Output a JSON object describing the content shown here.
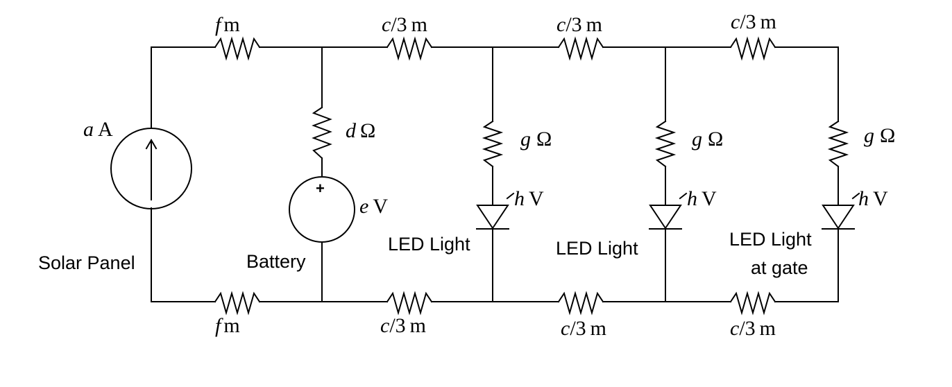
{
  "source": {
    "var": "a",
    "unit": "A",
    "caption": "Solar Panel"
  },
  "battery": {
    "var": "e",
    "unit": "V",
    "plus": "+",
    "caption": "Battery",
    "resistor_var": "d",
    "resistor_unit": "Ω"
  },
  "top_resistors": [
    {
      "var": "f",
      "unit": "m"
    },
    {
      "var": "c",
      "fraction": "/3",
      "unit": "m"
    },
    {
      "var": "c",
      "fraction": "/3",
      "unit": "m"
    },
    {
      "var": "c",
      "fraction": "/3",
      "unit": "m"
    }
  ],
  "bottom_resistors": [
    {
      "var": "f",
      "unit": "m"
    },
    {
      "var": "c",
      "fraction": "/3",
      "unit": "m"
    },
    {
      "var": "c",
      "fraction": "/3",
      "unit": "m"
    },
    {
      "var": "c",
      "fraction": "/3",
      "unit": "m"
    }
  ],
  "leds": [
    {
      "resistor_var": "g",
      "resistor_unit": "Ω",
      "diode_var": "h",
      "diode_unit": "V",
      "caption_lines": [
        "LED Light"
      ]
    },
    {
      "resistor_var": "g",
      "resistor_unit": "Ω",
      "diode_var": "h",
      "diode_unit": "V",
      "caption_lines": [
        "LED Light"
      ]
    },
    {
      "resistor_var": "g",
      "resistor_unit": "Ω",
      "diode_var": "h",
      "diode_unit": "V",
      "caption_lines": [
        "LED Light",
        "at gate"
      ]
    }
  ]
}
